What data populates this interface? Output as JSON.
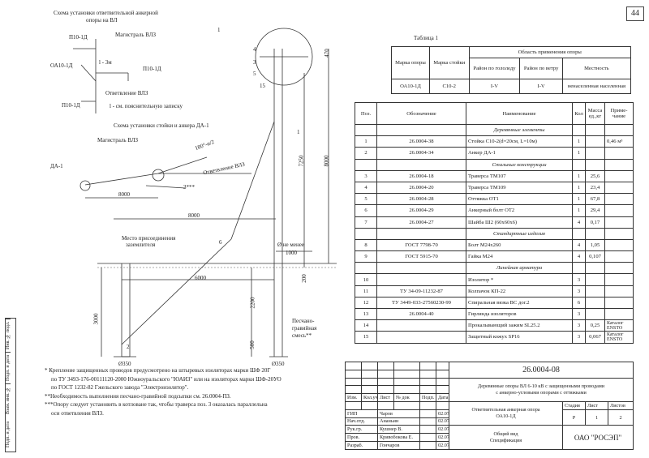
{
  "page_number": "44",
  "diagram1": {
    "title_line1": "Схема установки ответвительной анкерной",
    "title_line2": "опоры на ВЛ",
    "labels": {
      "p10_1d_top": "П10-1Д",
      "magistral_vlz": "Магистраль ВЛЗ",
      "oa10_1d": "ОА10-1Д",
      "l_3m": "l - 3м",
      "p10_1d_right": "П10-1Д",
      "otvetvlenie": "Ответвление ВЛЗ",
      "p10_1d_bottom": "П10-1Д",
      "l_note": "l - см. пояснительную записку"
    }
  },
  "diagram2": {
    "title": "Схема установки стойки и анкера ДА-1",
    "labels": {
      "magistral": "Магистраль ВЛЗ",
      "angle": "180°-α/2",
      "da1": "ДА-1",
      "otvetvlenie": "Ответвление ВЛЗ",
      "dim_8000": "8000",
      "alpha_note": "3***"
    }
  },
  "elevation": {
    "labels": {
      "mark_1_top": "1",
      "mark_1_mid": "1",
      "mark_3": "3",
      "mark_4": "4",
      "mark_5": "5",
      "mark_15": "15",
      "dim_7250": "7250",
      "dim_8000v": "8000",
      "dim_470": "470",
      "dim_8000h": "8000",
      "dim_6000": "6000",
      "dim_3000": "3000",
      "dim_2200": "2200",
      "dim_500": "500",
      "dim_1000": "1000",
      "dim_200": "200",
      "ground_mark": "Место присоединения",
      "ground_mark2": "заземлителя",
      "mark_6": "6",
      "d_min": "Ø не менее",
      "mark_2": "2",
      "sand_mix": "Песчано-",
      "sand_mix2": "гравийная",
      "sand_mix3": "смесь**",
      "d350_left": "Ø350",
      "d350_right": "Ø350"
    }
  },
  "table1": {
    "title": "Таблица 1",
    "h_mark": "Марка опоры",
    "h_stand": "Марка стойки",
    "h_area": "Область применения опоры",
    "h_ice": "Район по гололеду",
    "h_wind": "Район по ветру",
    "h_locality": "Местность",
    "row": {
      "mark": "ОА10-1Д",
      "stand": "С10-2",
      "ice": "I-V",
      "wind": "I-V",
      "locality": "ненаселенная населенная"
    }
  },
  "spec": {
    "headers": {
      "pos": "Поз.",
      "designation": "Обозначение",
      "name": "Наименование",
      "qty": "Кол",
      "mass": "Масса ед.,кг",
      "note": "Приме-чание"
    },
    "rows": [
      {
        "type": "section",
        "name": "Деревянные элементы"
      },
      {
        "pos": "1",
        "designation": "26.0004-38",
        "name": "Стойка С10-2(d=20см, L=10м)",
        "qty": "1",
        "mass": "",
        "note": "0,46 м³"
      },
      {
        "pos": "2",
        "designation": "26.0004-34",
        "name": "Анкер ДА-1",
        "qty": "1",
        "mass": "",
        "note": ""
      },
      {
        "type": "section",
        "name": "Стальные конструкции"
      },
      {
        "pos": "3",
        "designation": "26.0004-18",
        "name": "Траверса ТМ107",
        "qty": "1",
        "mass": "25,6",
        "note": ""
      },
      {
        "pos": "4",
        "designation": "26.0004-20",
        "name": "Траверса ТМ109",
        "qty": "1",
        "mass": "23,4",
        "note": ""
      },
      {
        "pos": "5",
        "designation": "26.0004-28",
        "name": "Оттяжка ОТ1",
        "qty": "1",
        "mass": "67,8",
        "note": ""
      },
      {
        "pos": "6",
        "designation": "26.0004-29",
        "name": "Анкерный болт ОТ2",
        "qty": "1",
        "mass": "29,4",
        "note": ""
      },
      {
        "pos": "7",
        "designation": "26.0004-27",
        "name": "Шайба Ш2 (60х60х6)",
        "qty": "4",
        "mass": "0,17",
        "note": ""
      },
      {
        "type": "section",
        "name": "Стандартные изделия"
      },
      {
        "pos": "8",
        "designation": "ГОСТ 7798-70",
        "name": "Болт М24х260",
        "qty": "4",
        "mass": "1,05",
        "note": ""
      },
      {
        "pos": "9",
        "designation": "ГОСТ 5915-70",
        "name": "Гайка М24",
        "qty": "4",
        "mass": "0,107",
        "note": ""
      },
      {
        "type": "section",
        "name": "Линейная арматура"
      },
      {
        "pos": "10",
        "designation": "",
        "name": "Изолятор *",
        "qty": "3",
        "mass": "",
        "note": ""
      },
      {
        "pos": "11",
        "designation": "ТУ 34-09-11232-87",
        "name": "Колпачок КП-22",
        "qty": "3",
        "mass": "",
        "note": ""
      },
      {
        "pos": "12",
        "designation": "ТУ 3449-033-27560230-99",
        "name": "Спиральная вязка ВС дог.2",
        "qty": "6",
        "mass": "",
        "note": ""
      },
      {
        "pos": "13",
        "designation": "26.0004-40",
        "name": "Гирлянда изоляторов",
        "qty": "3",
        "mass": "",
        "note": ""
      },
      {
        "pos": "14",
        "designation": "",
        "name": "Прокалывающий зажим SL25.2",
        "qty": "3",
        "mass": "0,25",
        "note": "Каталог ENSTO"
      },
      {
        "pos": "15",
        "designation": "",
        "name": "Защитный кожух SP16",
        "qty": "3",
        "mass": "0,067",
        "note": "Каталог ENSTO"
      }
    ]
  },
  "titleblock": {
    "code": "26.0004-08",
    "desc_line1": "Деревянные опоры ВЛ 6-10 кВ с защищенными проводами",
    "desc_line2": "с анкерно-угловыми опорами с оттяжками",
    "cols": [
      "Изм.",
      "Кол.уч",
      "Лист",
      "№ док",
      "Подп.",
      "Дата"
    ],
    "item_title1": "Ответвительная анкерная опора",
    "item_title2": "ОА10-1Д",
    "item_sub1": "Общий вид",
    "item_sub2": "Спецификация",
    "stage_h": "Стадия",
    "sheet_h": "Лист",
    "sheets_h": "Листов",
    "stage": "Р",
    "sheet": "1",
    "sheets": "2",
    "org": "ОАО \"РОСЭП\"",
    "roles": [
      {
        "role": "ГИП",
        "name": "Чаров",
        "date": "02.07"
      },
      {
        "role": "Нач.отд.",
        "name": "Ананьин",
        "date": "02.07"
      },
      {
        "role": "Рук.гр.",
        "name": "Кушнер В.",
        "date": "02.07"
      },
      {
        "role": "Пров.",
        "name": "Кривобокова Е.",
        "date": "02.07"
      },
      {
        "role": "Разраб.",
        "name": "Гончаров",
        "date": "02.07"
      }
    ]
  },
  "notes": [
    "* Крепление защищенных проводов предусмотрено на штыревых изоляторах марки ШФ 20Г",
    "по ТУ 3493-176-00111120-2000 Южноуральского \"ЮАИЗ\" или на изоляторах марки ШФ-20УО",
    "по ГОСТ 1232-82 Гжельского завода \"Электроизолятор\".",
    "**Необходимость выполнения песчано-гравийной подсыпки см. 26.0004-ПЗ.",
    "***Опору следует установить в котловане так, чтобы траверса поз. 3 оказалась параллельна",
    "оси ответвления ВЛЗ."
  ],
  "side_stamp": [
    "Инв. № подл.",
    "Подп. и дата",
    "Взам. инв. №",
    "Подп. и дата",
    "Инв. № подл."
  ]
}
